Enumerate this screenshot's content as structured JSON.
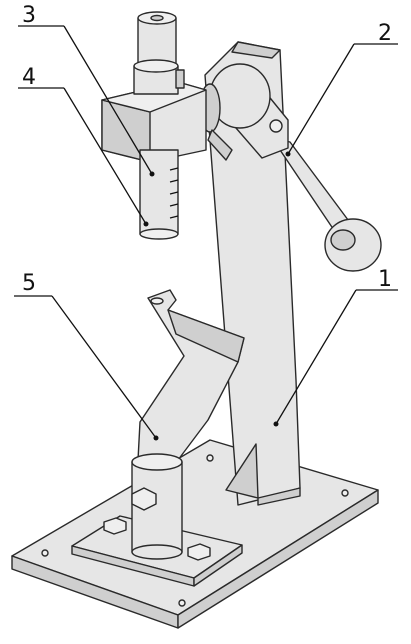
{
  "callouts": [
    {
      "id": "1",
      "label": "1"
    },
    {
      "id": "2",
      "label": "2"
    },
    {
      "id": "3",
      "label": "3"
    },
    {
      "id": "4",
      "label": "4"
    },
    {
      "id": "5",
      "label": "5"
    }
  ],
  "colors": {
    "part_fill": "#e6e6e6",
    "part_shadow": "#cfcfcf",
    "outline": "#2a2a2a",
    "leader": "#111111"
  }
}
